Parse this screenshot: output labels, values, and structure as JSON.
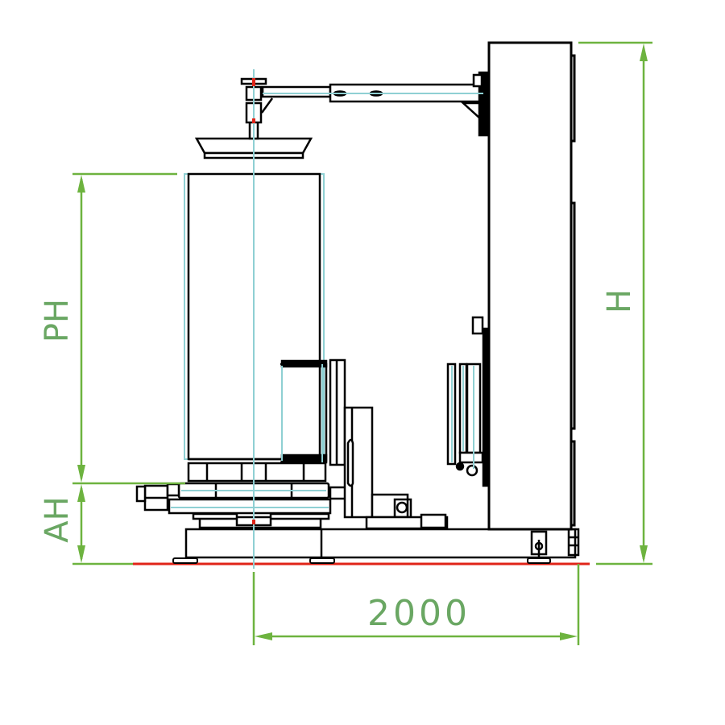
{
  "drawing": {
    "type": "side elevation technical drawing",
    "subject": "stretch wrapping machine (turntable with top press arm and vertical mast)"
  },
  "colors": {
    "outline": "#000000",
    "centerline": "#8fd0d3",
    "dimension": "#6db33f",
    "dimension_text": "#6aa763",
    "ground_line": "#e02418",
    "marker": "#e02418",
    "background": "#ffffff"
  },
  "dimensions": {
    "width": {
      "label": "2000",
      "direction": "horizontal"
    },
    "height": {
      "label": "H",
      "direction": "vertical"
    },
    "pallet_height": {
      "label": "PH",
      "direction": "vertical"
    },
    "above_ground_height": {
      "label": "AH",
      "direction": "vertical"
    }
  }
}
